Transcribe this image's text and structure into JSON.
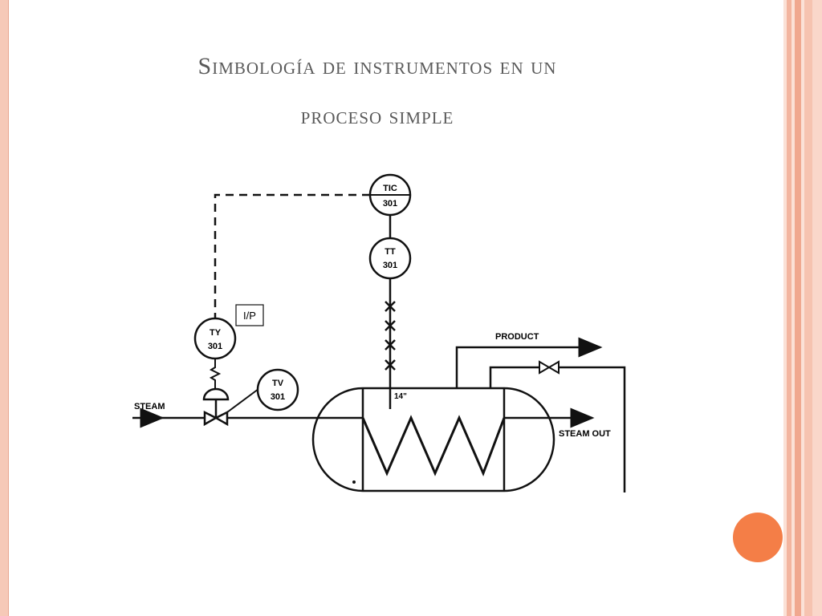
{
  "slide": {
    "title_line1": "Simbología de instrumentos en un",
    "title_line2": "proceso simple"
  },
  "diagram": {
    "instruments": {
      "tic": {
        "tag": "TIC",
        "number": "301"
      },
      "tt": {
        "tag": "TT",
        "number": "301"
      },
      "ty": {
        "tag": "TY",
        "number": "301"
      },
      "tv": {
        "tag": "TV",
        "number": "301"
      }
    },
    "converter_label": "I/P",
    "labels": {
      "steam": "STEAM",
      "product": "PRODUCT",
      "steam_out": "STEAM OUT",
      "thermowell": "14\""
    }
  },
  "colors": {
    "accent_dot": "#f47e47",
    "border": "#f6c9b8",
    "title": "#5a5a5a",
    "line": "#111111"
  }
}
